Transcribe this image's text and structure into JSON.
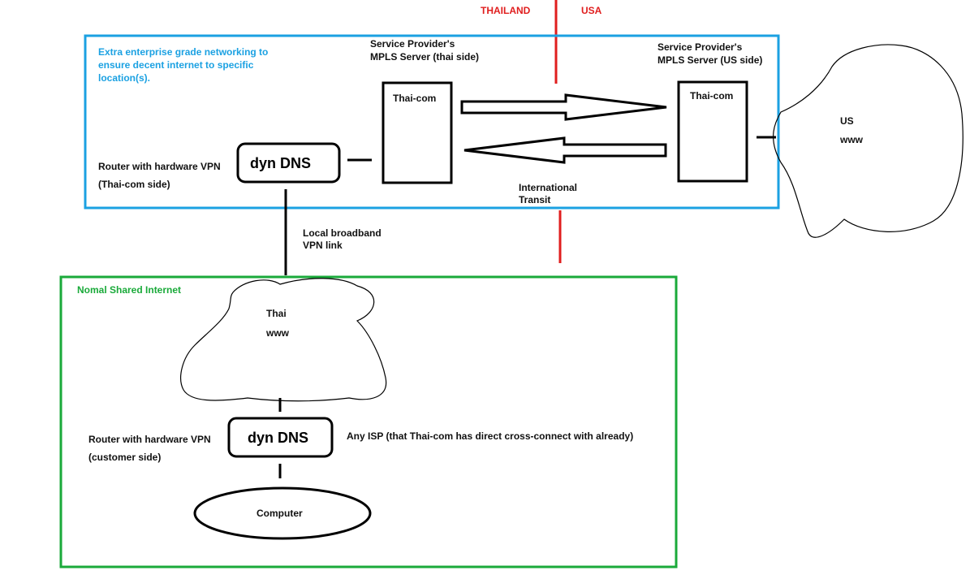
{
  "colors": {
    "country_label": "#e01e1e",
    "border_line": "#e01e1e",
    "enterprise_box": "#1ba1e2",
    "shared_box": "#1aaa3a",
    "ink": "#000000"
  },
  "countries": {
    "left": "THAILAND",
    "right": "USA"
  },
  "enterprise_zone": {
    "caption": [
      "Extra enterprise grade networking to",
      "ensure decent internet to specific",
      "location(s)."
    ]
  },
  "shared_zone": {
    "caption": "Nomal Shared Internet"
  },
  "mpls_thai": {
    "heading": [
      "Service Provider's",
      "MPLS Server (thai side)"
    ],
    "server_label": "Thai-com"
  },
  "mpls_us": {
    "heading": [
      "Service Provider's",
      "MPLS Server (US side)"
    ],
    "server_label": "Thai-com"
  },
  "router_thaicom": {
    "box_label": "dyn DNS",
    "description": [
      "Router with hardware VPN",
      "(Thai-com side)"
    ]
  },
  "router_customer": {
    "box_label": "dyn DNS",
    "description": [
      "Router with hardware VPN",
      "(customer side)"
    ],
    "isp_note": "Any ISP (that Thai-com has direct cross-connect with already)"
  },
  "transit": [
    "International",
    "Transit"
  ],
  "broadband_link": [
    "Local broadband",
    "VPN link"
  ],
  "cloud_us": [
    "US",
    "www"
  ],
  "cloud_thai": [
    "Thai",
    "www"
  ],
  "computer": "Computer"
}
